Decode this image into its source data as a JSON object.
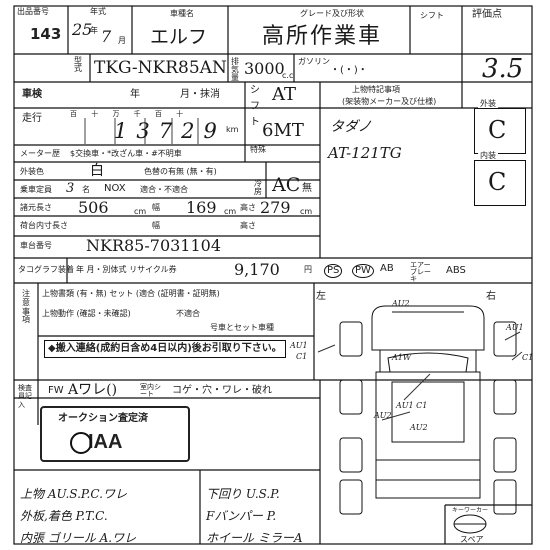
{
  "header": {
    "lot_label": "出品番号",
    "lot_number": "143",
    "year_label": "年式",
    "year_value": "25",
    "year_unit": "年",
    "month_value": "7",
    "month_unit": "月",
    "name_label": "車種名",
    "name_value": "エルフ",
    "grade_label": "グレード及び形状",
    "grade_value": "高所作業車",
    "shift_label": "シフト",
    "score_label": "評価点",
    "score_value": "3.5"
  },
  "row2": {
    "model_label": "型式",
    "model_value": "TKG-NKR85AN",
    "displacement_label": "排気量",
    "displacement_value": "3000",
    "displacement_unit": "c.c",
    "fuel_label": "ガソリン",
    "fuel_mark": "・(・)・"
  },
  "inspection": {
    "shaken_label": "車検",
    "year_unit": "年",
    "month_label": "月・抹消",
    "shift_letters": [
      "シ",
      "フ",
      "ト"
    ],
    "shift_value": "AT",
    "notes_label": "上物特記事項",
    "notes_sub": "(架装物メーカー及び仕様)"
  },
  "mileage": {
    "label": "走行",
    "units": "百  十  万  千  百  十",
    "value": "13729",
    "unit": "km",
    "mt_value": "6MT",
    "notes": [
      "タダノ",
      "AT-121TG"
    ]
  },
  "meter": {
    "label": "メーター歴",
    "options": "$交換車・*改ざん車・#不明車",
    "special_label": "特殊"
  },
  "exterior": {
    "color_label": "外装色",
    "color_value": "白",
    "color_change": "色替の有無 (無・有)",
    "ext_label": "外装",
    "ext_grade": "C",
    "int_label": "内装",
    "int_grade": "C"
  },
  "capacity": {
    "label": "乗車定員",
    "value": "3",
    "unit": "名",
    "nox_label": "NOX",
    "nox_opts": "適合・不適合",
    "cooler_label": "冷房",
    "cooler_value": "AC",
    "cooler_none": "無"
  },
  "dims": {
    "spec_label": "諸元長さ",
    "length": "506",
    "width_label": "幅",
    "width": "169",
    "height_label": "高さ",
    "height": "279",
    "cm": "cm",
    "box_label": "荷台内寸長さ",
    "box_width_label": "幅",
    "box_height_label": "高さ"
  },
  "chassis": {
    "label": "車台番号",
    "value": "NKR85-7031104"
  },
  "date_row": {
    "label": "タコグラフ装着",
    "opts": "年  月・別体式 リサイクル券",
    "recycle_value": "9,170",
    "yen": "円",
    "ps": "PS",
    "pw": "PW",
    "ab": "AB",
    "airbrake": "エアーブレーキ",
    "abs": "ABS"
  },
  "notes_section": {
    "side_label": "注意事項",
    "docs": "上物書類 (有・無)   セット (適合 (証明書・証明無)",
    "inspect": "上物動作 (確認・未確認)",
    "inspect_opt": "不適合",
    "set_label": "号車とセット車種",
    "delivery": "◆搬入連絡(成約日含め4日以内)後お引取り下さい。"
  },
  "bottom_left": {
    "inspector_label": "検査員記入",
    "fw_label": "FW",
    "fw_value": "Aワレ()",
    "interior_label": "室内シート",
    "damage_label": "コゲ・穴・ワレ・破れ",
    "stamp_title": "オークション査定済",
    "stamp_brand": "IAA",
    "handwritten": [
      "上物 AU.S.P.C.ワレ",
      "外板,着色 P.T.C.",
      "内張 ゴリール A.ワレ"
    ],
    "right_notes": [
      "下回り U.S.P.",
      "Fバンパー P.",
      "ホイール ミラーA"
    ]
  },
  "diagram": {
    "left_label": "左",
    "right_label": "右",
    "marks": [
      "AU2",
      "AU1",
      "C1",
      "AU1",
      "C1",
      "A1W",
      "AU2",
      "AU1 C1",
      "AU2"
    ],
    "bottom_label": "スペア",
    "keyword": "キーワーカー"
  },
  "colors": {
    "ink": "#111111",
    "paper": "#ffffff",
    "pencil": "#1a1a1a"
  }
}
